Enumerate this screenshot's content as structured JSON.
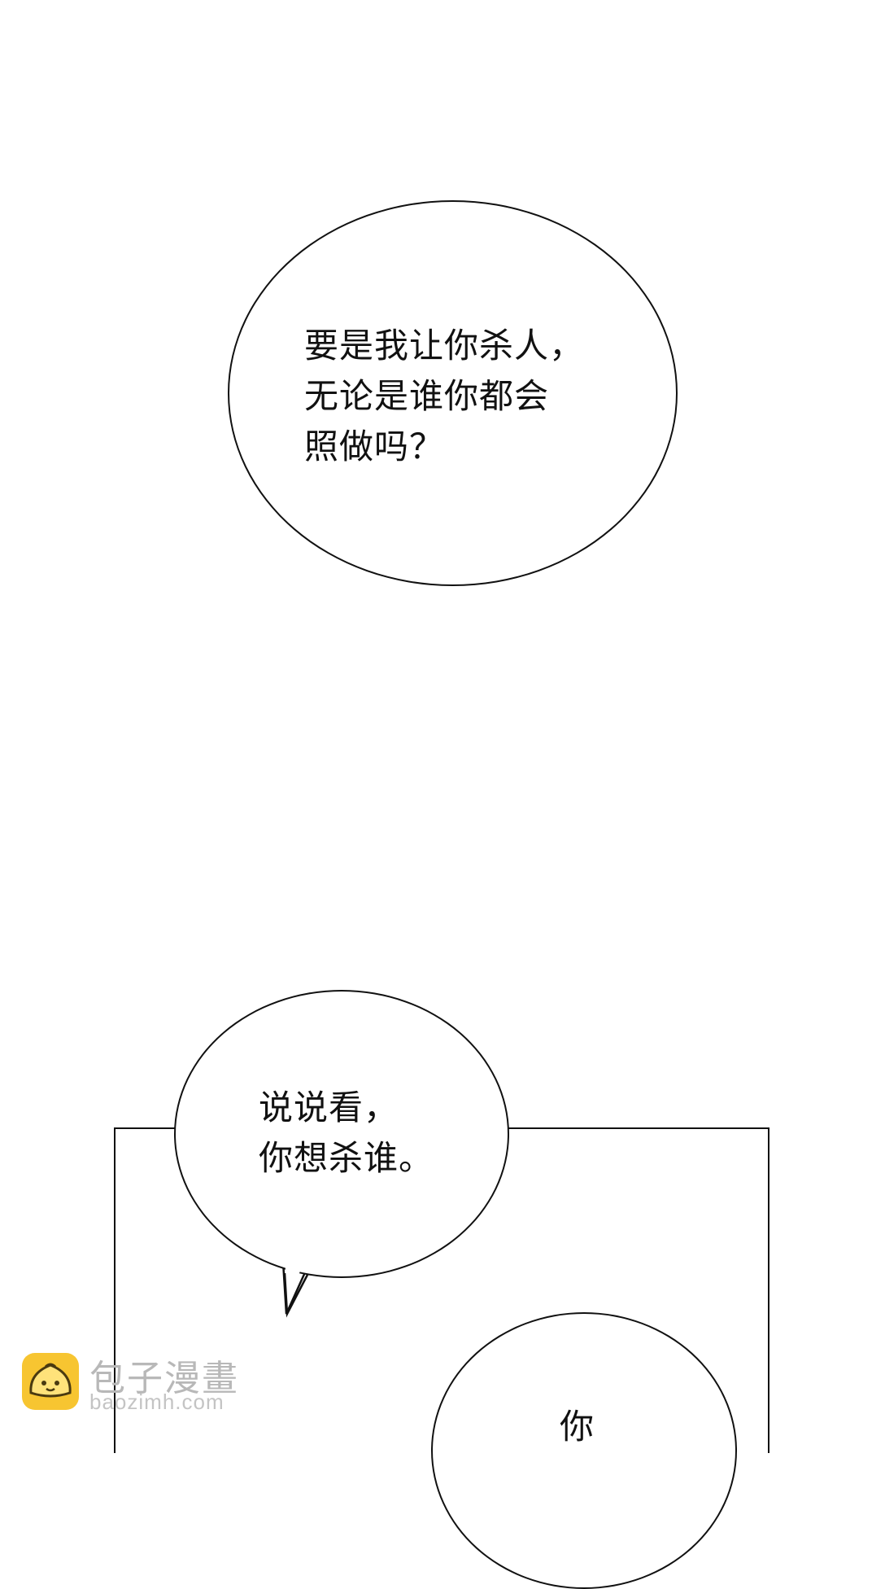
{
  "bubbles": {
    "first": {
      "lines": [
        "要是我让你杀人，",
        "无论是谁你都会",
        "照做吗？"
      ]
    },
    "second": {
      "lines": [
        "说说看，",
        "你想杀谁。"
      ]
    },
    "third": {
      "lines": [
        "你"
      ]
    }
  },
  "watermark": {
    "title": "包子漫畫",
    "url": "baozimh.com",
    "logo_icon": "bun-mascot-icon",
    "logo_color": "#F7C531"
  }
}
